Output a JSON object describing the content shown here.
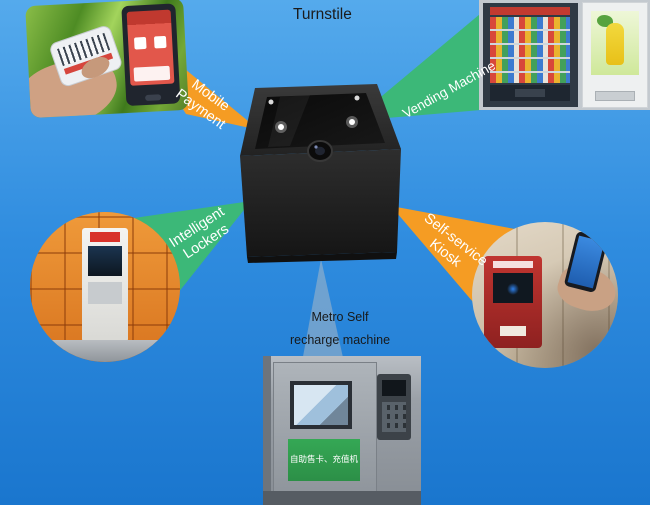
{
  "colors": {
    "beam_orange": "#F59C23",
    "beam_green": "#3CB878",
    "beam_gray": "rgba(168,184,198,0.55)",
    "label_on_beam": "#FFFFFF",
    "label_dark": "#1B1B1B",
    "background_top": "#55AAEC",
    "background_bottom": "#1A76CE"
  },
  "labels": {
    "turnstile": "Turnstile",
    "mobile_payment": {
      "line1": "Mobile",
      "line2": "Payment"
    },
    "vending_machine": "Vending Machine",
    "intelligent_lockers": {
      "line1": "Intelligent",
      "line2": "Lockers"
    },
    "self_service_kiosk": {
      "line1": "Self-service",
      "line2": "Kiosk"
    },
    "metro": {
      "line1": "Metro Self",
      "line2": "recharge machine"
    }
  },
  "photos": {
    "mobile_payment": {
      "alt": "hand-scanning-phone-qr-payment-photo"
    },
    "vending_machine": {
      "alt": "beverage-vending-machines-photo"
    },
    "intelligent_lockers": {
      "alt": "orange-parcel-lockers-photo"
    },
    "self_service_kiosk": {
      "alt": "red-kiosk-phone-scan-photo"
    },
    "metro": {
      "alt": "metro-recharge-machine-photo",
      "panel_text": "自助售卡、充值机"
    }
  }
}
